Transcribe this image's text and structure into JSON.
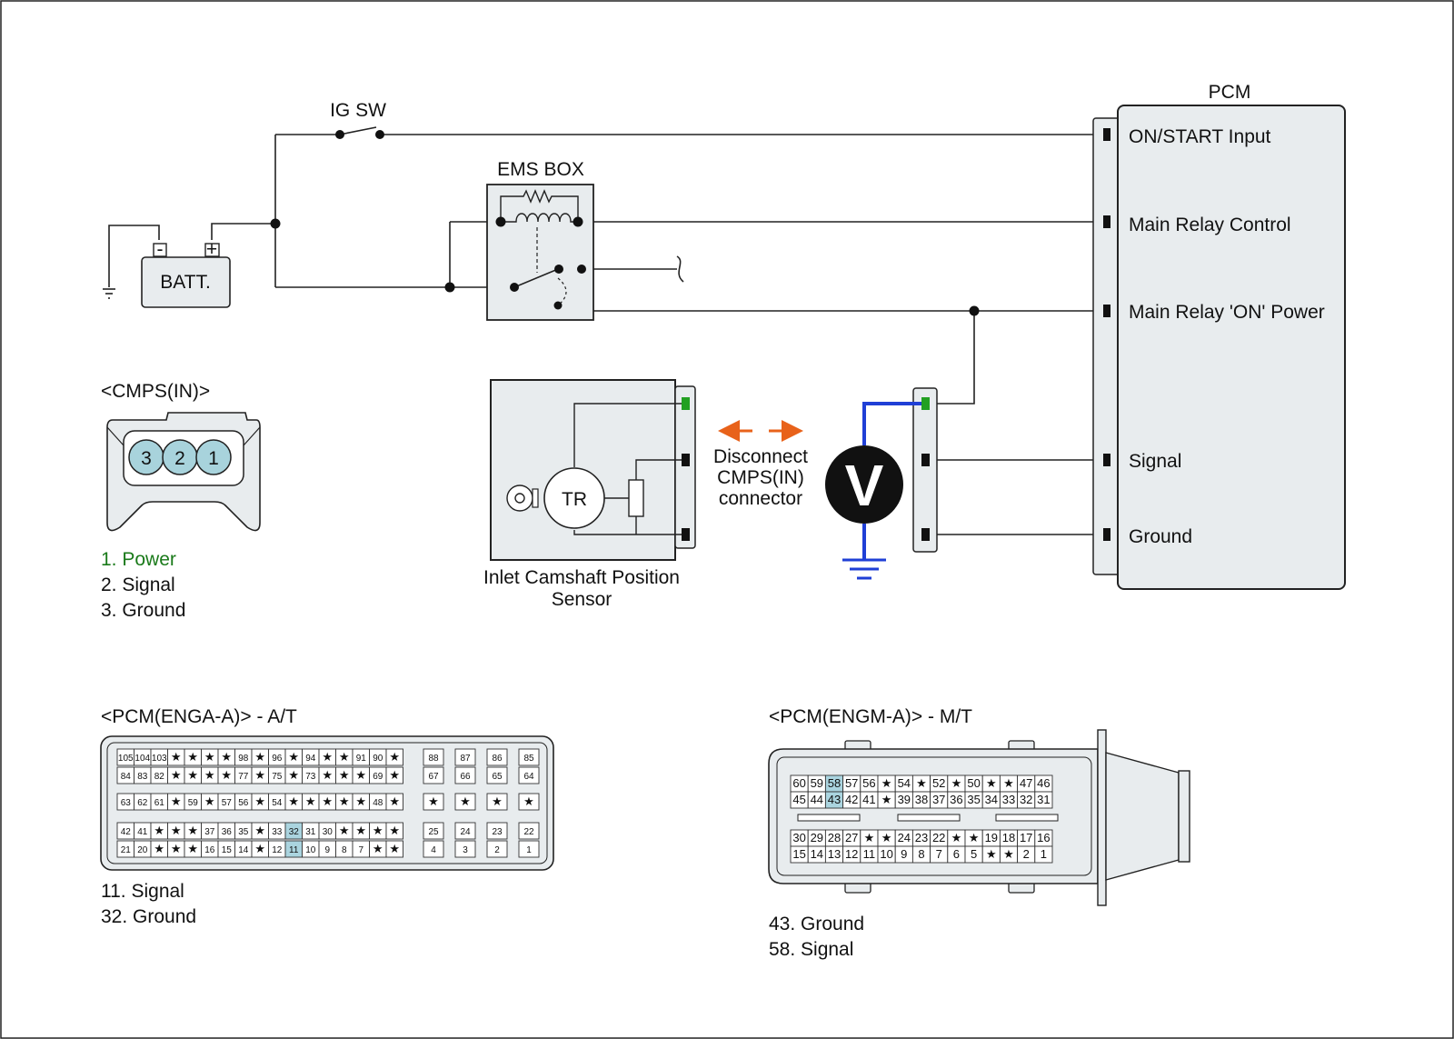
{
  "colors": {
    "box_fill": "#e8ecee",
    "box_stroke": "#222222",
    "cavity_fill": "#a8d3dc",
    "cavity_highlight": "#aad4df",
    "power_green": "#1a7a1a",
    "pin_green": "#22a022",
    "meter_wire": "#1f3fd6",
    "arrow_orange": "#e8621a"
  },
  "circuit": {
    "ig_sw": "IG SW",
    "ems_box": "EMS BOX",
    "battery": "BATT.",
    "battery_minus": "-",
    "battery_plus": "+",
    "pcm": {
      "title": "PCM",
      "pins": [
        "ON/START Input",
        "Main Relay Control",
        "Main Relay 'ON' Power",
        "Signal",
        "Ground"
      ]
    },
    "sensor": {
      "tr": "TR",
      "caption": [
        "Inlet Camshaft Position",
        "Sensor"
      ]
    },
    "instruction": [
      "Disconnect",
      "CMPS(IN)",
      "connector"
    ],
    "meter": "V"
  },
  "cmps_connector": {
    "title": "<CMPS(IN)>",
    "cavities": [
      "3",
      "2",
      "1"
    ],
    "legend": [
      "1. Power",
      "2. Signal",
      "3. Ground"
    ]
  },
  "pcm_enga": {
    "title": "<PCM(ENGA-A)> - A/T",
    "rows_main": [
      [
        "105",
        "104",
        "103",
        "★",
        "★",
        "★",
        "★",
        "98",
        "★",
        "96",
        "★",
        "94",
        "★",
        "★",
        "91",
        "90",
        "★"
      ],
      [
        "84",
        "83",
        "82",
        "★",
        "★",
        "★",
        "★",
        "77",
        "★",
        "75",
        "★",
        "73",
        "★",
        "★",
        "★",
        "69",
        "★"
      ],
      [
        "63",
        "62",
        "61",
        "★",
        "59",
        "★",
        "57",
        "56",
        "★",
        "54",
        "★",
        "★",
        "★",
        "★",
        "★",
        "48",
        "★"
      ],
      [
        "42",
        "41",
        "★",
        "★",
        "★",
        "37",
        "36",
        "35",
        "★",
        "33",
        "32",
        "31",
        "30",
        "★",
        "★",
        "★",
        "★"
      ],
      [
        "21",
        "20",
        "★",
        "★",
        "★",
        "16",
        "15",
        "14",
        "★",
        "12",
        "11",
        "10",
        "9",
        "8",
        "7",
        "★",
        "★"
      ]
    ],
    "rows_side": [
      [
        "88",
        "87",
        "86",
        "85"
      ],
      [
        "67",
        "66",
        "65",
        "64"
      ],
      [
        "★",
        "★",
        "★",
        "★"
      ],
      [
        "25",
        "24",
        "23",
        "22"
      ],
      [
        "4",
        "3",
        "2",
        "1"
      ]
    ],
    "legend": [
      "11. Signal",
      "32. Ground"
    ]
  },
  "pcm_engm": {
    "title": "<PCM(ENGM-A)> - M/T",
    "rows": [
      [
        "60",
        "59",
        "58",
        "57",
        "56",
        "★",
        "54",
        "★",
        "52",
        "★",
        "50",
        "★",
        "★",
        "47",
        "46"
      ],
      [
        "45",
        "44",
        "43",
        "42",
        "41",
        "★",
        "39",
        "38",
        "37",
        "36",
        "35",
        "34",
        "33",
        "32",
        "31"
      ],
      [
        "30",
        "29",
        "28",
        "27",
        "★",
        "★",
        "24",
        "23",
        "22",
        "★",
        "★",
        "19",
        "18",
        "17",
        "16"
      ],
      [
        "15",
        "14",
        "13",
        "12",
        "11",
        "10",
        "9",
        "8",
        "7",
        "6",
        "5",
        "★",
        "★",
        "2",
        "1"
      ]
    ],
    "legend": [
      "43. Ground",
      "58. Signal"
    ]
  }
}
